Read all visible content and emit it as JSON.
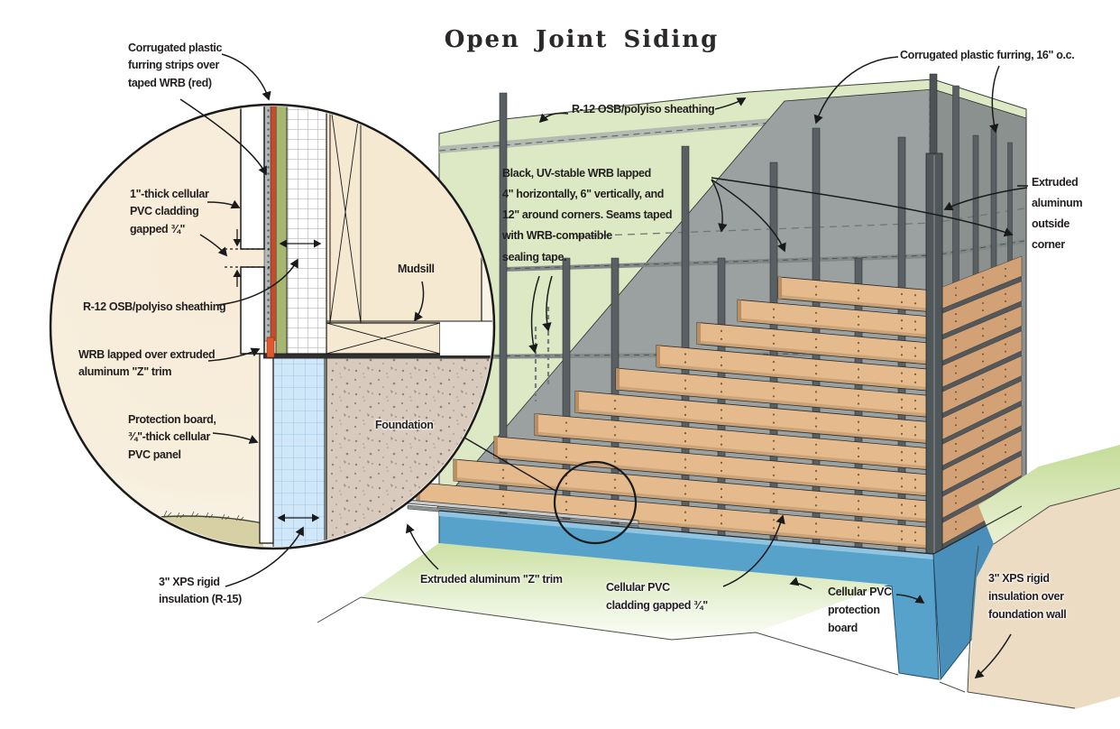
{
  "title": "Open Joint Siding",
  "inset": {
    "labels": {
      "furring_strips": "Corrugated plastic\nfurring strips over\ntaped WRB (red)",
      "cladding": "1\"-thick cellular\nPVC cladding\ngapped ¾\"",
      "sheathing": "R-12 OSB/polyiso sheathing",
      "wrb_z_trim": "WRB lapped over extruded\naluminum \"Z\" trim",
      "protection_board": "Protection board,\n¾\"-thick cellular\nPVC panel",
      "xps": "3\" XPS rigid\ninsulation (R-15)",
      "mudsill": "Mudsill",
      "foundation": "Foundation"
    }
  },
  "scene": {
    "labels": {
      "sheathing": "R-12 OSB/polyiso sheathing",
      "furring": "Corrugated plastic furring, 16\" o.c.",
      "wrb": "Black, UV-stable WRB lapped\n4\" horizontally, 6\" vertically, and\n12\" around corners. Seams taped\nwith WRB-compatible\nsealing tape.",
      "outside_corner": "Extruded\naluminum\noutside\ncorner",
      "z_trim": "Extruded aluminum \"Z\" trim",
      "cladding": "Cellular PVC\ncladding gapped ¾\"",
      "protection_board": "Cellular PVC\nprotection\nboard",
      "xps": "3\" XPS rigid\ninsulation over\nfoundation wall"
    }
  },
  "colors": {
    "ink": "#231f20",
    "sheathing_green": "#dde9c4",
    "seam_gray": "#b4bab1",
    "wrb_gray": "#9aa1a0",
    "wrb_gray_dark": "#8a918f",
    "furring_dark": "#595f62",
    "cladding_tan": "#e5ba8d",
    "cladding_tan_dark": "#d2a276",
    "board_gap_dark": "#55585a",
    "protection_blue": "#57a2cb",
    "protection_blue_dark": "#4a8fba",
    "xps_light_blue": "#cfe7f8",
    "foundation_gray": "#d8cbbe",
    "wood_cream": "#f5e9d2",
    "wrb_red": "#c24d2c",
    "osb_green": "#a7b671",
    "earth_tan": "#ecdcc3",
    "grass_green": "#cfe3a6"
  }
}
